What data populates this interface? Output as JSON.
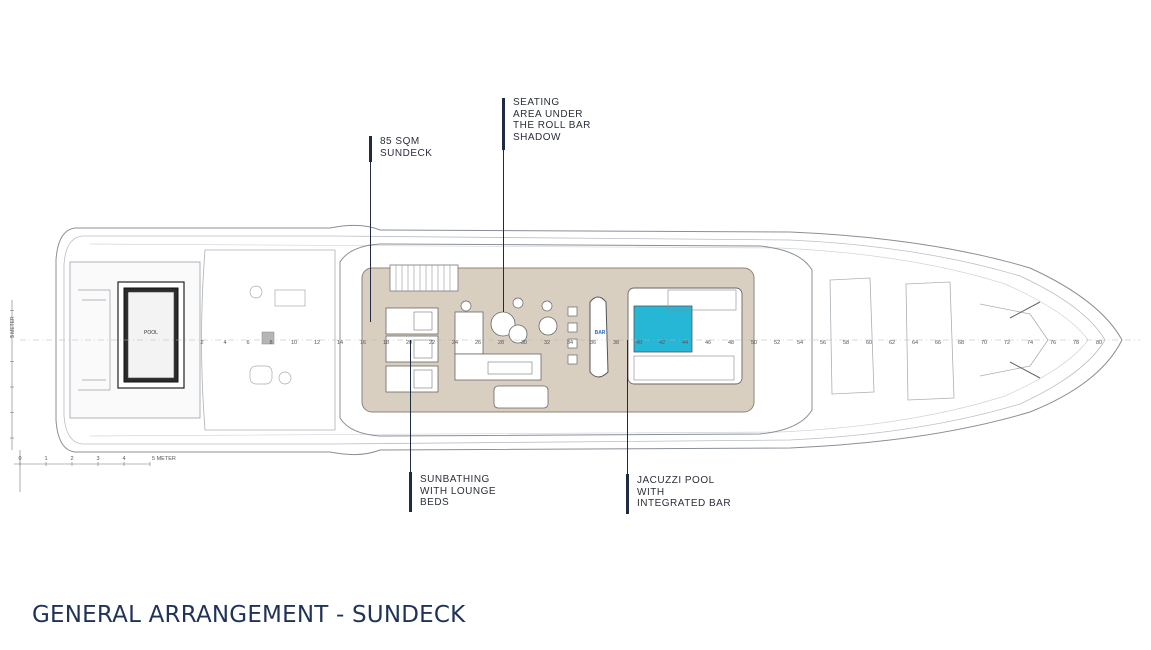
{
  "title": "GENERAL ARRANGEMENT - SUNDECK",
  "callouts": {
    "sundeck": "85 SQM\nSUNDECK",
    "seating": "SEATING\nAREA UNDER\nTHE ROLL BAR\nSHADOW",
    "sunbathing": "SUNBATHING\nWITH LOUNGE\nBEDS",
    "jacuzzi": "JACUZZI POOL\nWITH\nINTEGRATED BAR"
  },
  "plan_labels": {
    "pool": "POOL",
    "bar": "BAR"
  },
  "scale": {
    "axis_label": "5 METER",
    "ticks": [
      "0",
      "1",
      "2",
      "3",
      "4",
      "5 METER"
    ]
  },
  "station_numbers": [
    "2",
    "4",
    "6",
    "8",
    "10",
    "12",
    "14",
    "16",
    "18",
    "20",
    "22",
    "24",
    "26",
    "28",
    "30",
    "32",
    "34",
    "36",
    "38",
    "40",
    "42",
    "44",
    "46",
    "48",
    "50",
    "52",
    "54",
    "56",
    "58",
    "60",
    "62",
    "64",
    "66",
    "68",
    "70",
    "72",
    "74",
    "76",
    "78",
    "80"
  ],
  "colors": {
    "title": "#1f3358",
    "deck_teak": "#d9cfc0",
    "jacuzzi": "#27b7d6",
    "callout_bar": "#1f2a44",
    "line": "#8a8f98"
  }
}
